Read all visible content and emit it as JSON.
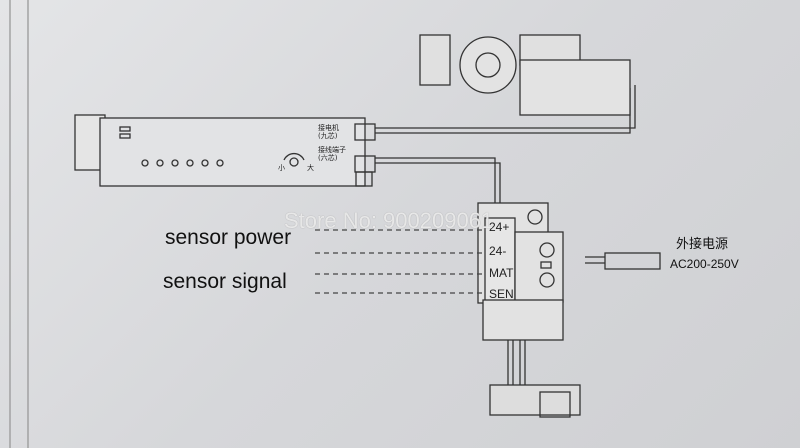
{
  "labels": {
    "sensor_power": "sensor power",
    "sensor_signal": "sensor signal",
    "motor_connection": "接电机",
    "motor_cores": "(九芯)",
    "terminal_connection": "接线端子",
    "terminal_cores": "(六芯)",
    "external_power": "外接电源",
    "voltage": "AC200-250V",
    "knob_min": "小",
    "knob_max": "大"
  },
  "terminals": [
    "24+",
    "24-",
    "MAT",
    "SEN"
  ],
  "watermark": "Store No: 900209061"
}
